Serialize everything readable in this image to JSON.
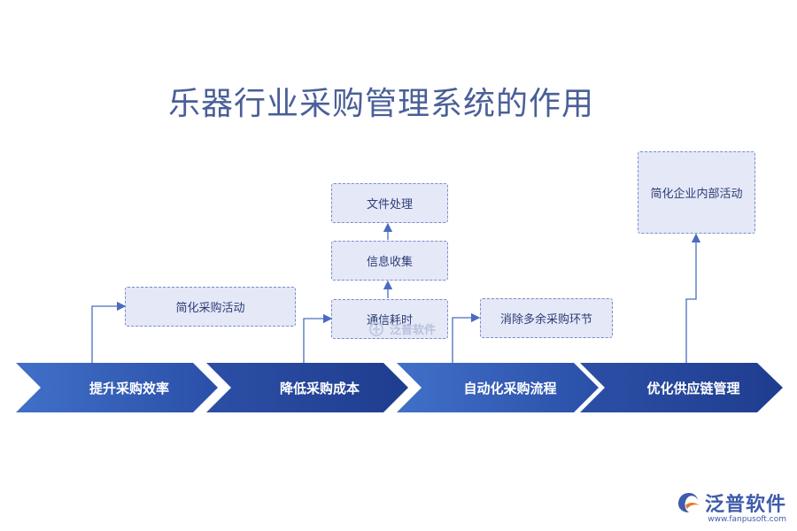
{
  "title": "乐器行业采购管理系统的作用",
  "stages": [
    {
      "label": "提升采购效率"
    },
    {
      "label": "降低采购成本"
    },
    {
      "label": "自动化采购流程"
    },
    {
      "label": "优化供应链管理"
    }
  ],
  "boxes": {
    "simplify_purchase": "简化采购活动",
    "file_processing": "文件处理",
    "info_collection": "信息收集",
    "communication_time": "通信耗时",
    "eliminate_redundant": "消除多余采购环节",
    "simplify_internal": "简化企业内部活动"
  },
  "watermark": "泛普软件",
  "brand": {
    "name": "泛普软件",
    "url": "www.fanpusoft.com"
  },
  "colors": {
    "chevron_light": "#3b68c2",
    "chevron_dark": "#1f3d8f",
    "box_fill": "#e4e8f7",
    "connector": "#4a6cc0",
    "title": "#4a5f98"
  }
}
